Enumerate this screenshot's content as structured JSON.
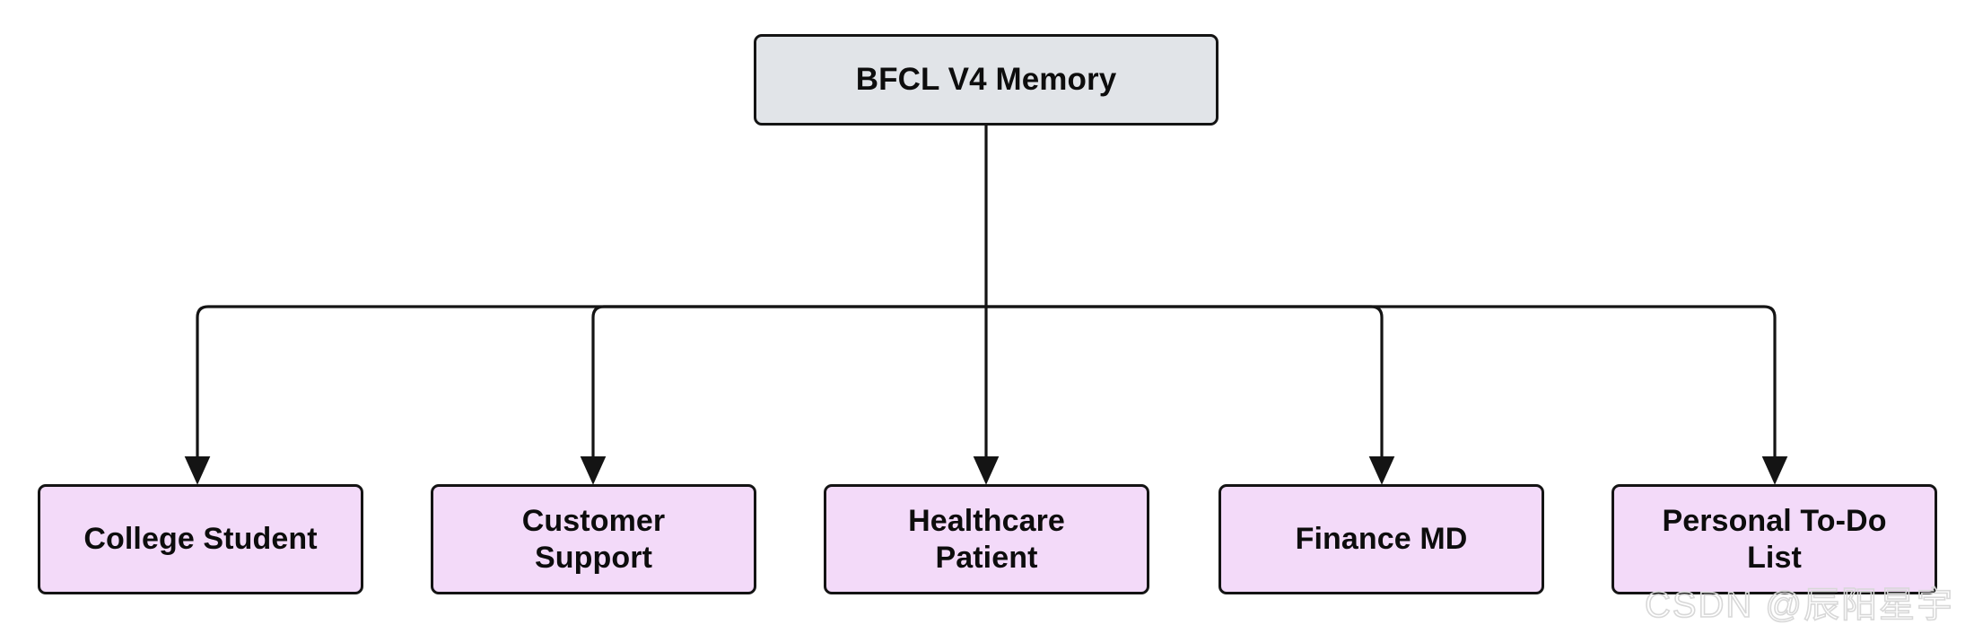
{
  "diagram": {
    "type": "flowchart-tree",
    "orientation": "top-down",
    "root": {
      "id": "root",
      "label": "BFCL V4 Memory",
      "fill": "#e1e4e8",
      "stroke": "#141414"
    },
    "children": [
      {
        "id": "college-student",
        "label": "College Student",
        "fill": "#f3daf9",
        "stroke": "#141414"
      },
      {
        "id": "customer-support",
        "label": "Customer\nSupport",
        "fill": "#f3daf9",
        "stroke": "#141414"
      },
      {
        "id": "healthcare-patient",
        "label": "Healthcare\nPatient",
        "fill": "#f3daf9",
        "stroke": "#141414"
      },
      {
        "id": "finance-md",
        "label": "Finance MD",
        "fill": "#f3daf9",
        "stroke": "#141414"
      },
      {
        "id": "personal-todo-list",
        "label": "Personal To-Do\nList",
        "fill": "#f3daf9",
        "stroke": "#141414"
      }
    ],
    "edges": [
      {
        "from": "root",
        "to": "college-student",
        "style": "orthogonal-arrow"
      },
      {
        "from": "root",
        "to": "customer-support",
        "style": "orthogonal-arrow"
      },
      {
        "from": "root",
        "to": "healthcare-patient",
        "style": "straight-arrow"
      },
      {
        "from": "root",
        "to": "finance-md",
        "style": "orthogonal-arrow"
      },
      {
        "from": "root",
        "to": "personal-todo-list",
        "style": "orthogonal-arrow"
      }
    ],
    "edge_color": "#141414"
  },
  "watermark": {
    "text": "CSDN @辰阳星宇",
    "color": "#d8d8d8"
  }
}
